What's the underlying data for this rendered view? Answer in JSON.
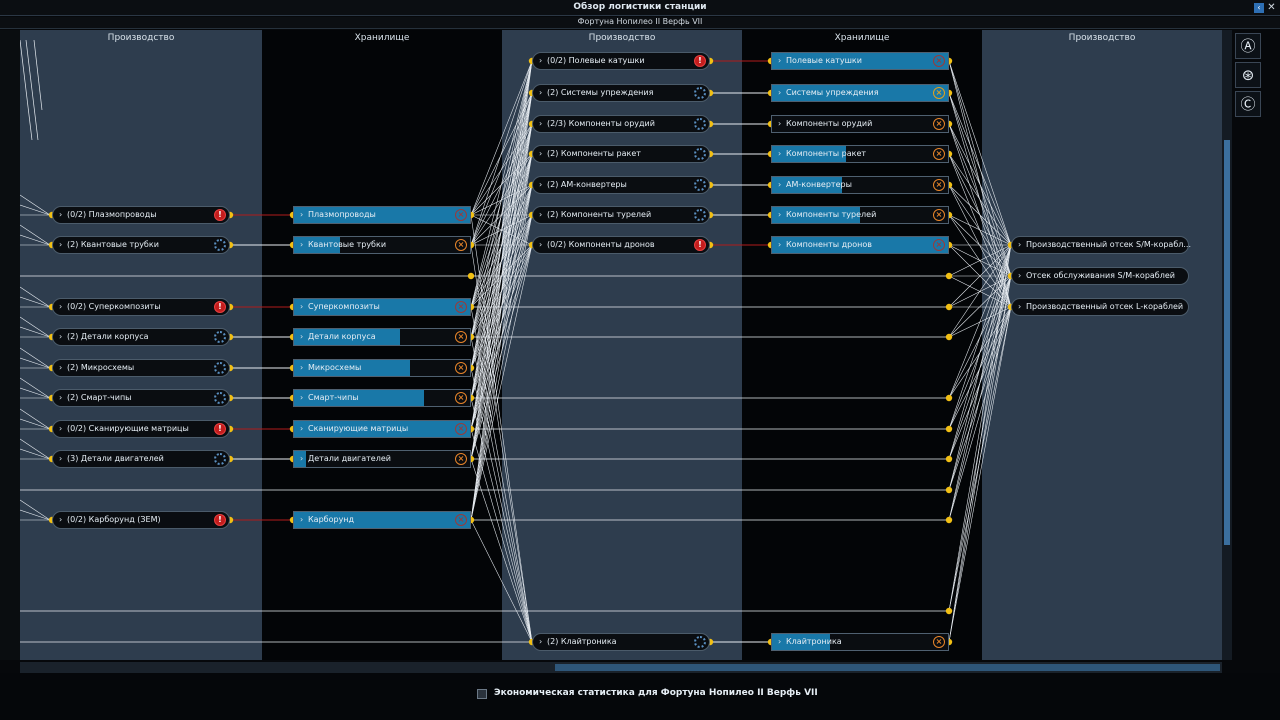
{
  "window": {
    "title": "Обзор логистики станции",
    "subtitle": "Фортуна Нопилео II Верфь VII"
  },
  "columns": [
    {
      "label": "Производство"
    },
    {
      "label": "Хранилище"
    },
    {
      "label": "Производство"
    },
    {
      "label": "Хранилище"
    },
    {
      "label": "Производство"
    }
  ],
  "prod1": [
    {
      "label": "(0/2) Плазмопроводы",
      "status": "warn"
    },
    {
      "label": "(2) Квантовые трубки",
      "status": "gear"
    },
    {
      "label": "(0/2) Суперкомпозиты",
      "status": "warn"
    },
    {
      "label": "(2) Детали корпуса",
      "status": "gear"
    },
    {
      "label": "(2) Микросхемы",
      "status": "gear"
    },
    {
      "label": "(2) Смарт-чипы",
      "status": "gear"
    },
    {
      "label": "(0/2) Сканирующие матрицы",
      "status": "warn"
    },
    {
      "label": "(3) Детали двигателей",
      "status": "gear"
    },
    {
      "label": "(0/2) Карборунд (ЗЕМ)",
      "status": "warn"
    }
  ],
  "stor1": [
    {
      "label": "Плазмопроводы",
      "fill": 1.0,
      "status": "xdim"
    },
    {
      "label": "Квантовые трубки",
      "fill": 0.26,
      "status": "xmark"
    },
    {
      "label": "Суперкомпозиты",
      "fill": 1.0,
      "status": "xdim"
    },
    {
      "label": "Детали корпуса",
      "fill": 0.6,
      "status": "xmark"
    },
    {
      "label": "Микросхемы",
      "fill": 0.66,
      "status": "xmark"
    },
    {
      "label": "Смарт-чипы",
      "fill": 0.74,
      "status": "xmark"
    },
    {
      "label": "Сканирующие матрицы",
      "fill": 1.0,
      "status": "xdim"
    },
    {
      "label": "Детали двигателей",
      "fill": 0.07,
      "status": "xmark"
    },
    {
      "label": "Карборунд",
      "fill": 1.0,
      "status": "xdim"
    }
  ],
  "prod2": [
    {
      "label": "(0/2) Полевые катушки",
      "status": "warn"
    },
    {
      "label": "(2) Системы упреждения",
      "status": "gear"
    },
    {
      "label": "(2/3) Компоненты орудий",
      "status": "gear"
    },
    {
      "label": "(2) Компоненты ракет",
      "status": "gear"
    },
    {
      "label": "(2) АМ-конвертеры",
      "status": "gear"
    },
    {
      "label": "(2) Компоненты турелей",
      "status": "gear"
    },
    {
      "label": "(0/2) Компоненты дронов",
      "status": "warn"
    },
    {
      "label": "(2) Клайтроника",
      "status": "gear"
    }
  ],
  "stor2": [
    {
      "label": "Полевые катушки",
      "fill": 1.0,
      "status": "xdim"
    },
    {
      "label": "Системы упреждения",
      "fill": 1.0,
      "status": "xyellow"
    },
    {
      "label": "Компоненты орудий",
      "fill": 0.0,
      "status": "xmark"
    },
    {
      "label": "Компоненты ракет",
      "fill": 0.42,
      "status": "xmark"
    },
    {
      "label": "АМ-конвертеры",
      "fill": 0.4,
      "status": "xmark"
    },
    {
      "label": "Компоненты турелей",
      "fill": 0.5,
      "status": "xmark"
    },
    {
      "label": "Компоненты дронов",
      "fill": 1.0,
      "status": "xdim"
    },
    {
      "label": "Клайтроника",
      "fill": 0.33,
      "status": "xmark"
    }
  ],
  "prod3": [
    {
      "label": "Производственный отсек S/M-корабл..."
    },
    {
      "label": "Отсек обслуживания S/M-кораблей"
    },
    {
      "label": "Производственный отсек L-кораблей"
    }
  ],
  "footer": {
    "stats_label": "Экономическая статистика для Фортуна Нопилео II Верфь VII"
  },
  "icons": {
    "warn": "exclamation-icon",
    "gear": "gear-icon",
    "x": "cross-icon",
    "chevron": "chevron-right-icon"
  },
  "colors": {
    "fill": "#1978a8",
    "connector": "#f2c014",
    "link_red": "#b01b1b",
    "link_white": "#e8edf2"
  }
}
